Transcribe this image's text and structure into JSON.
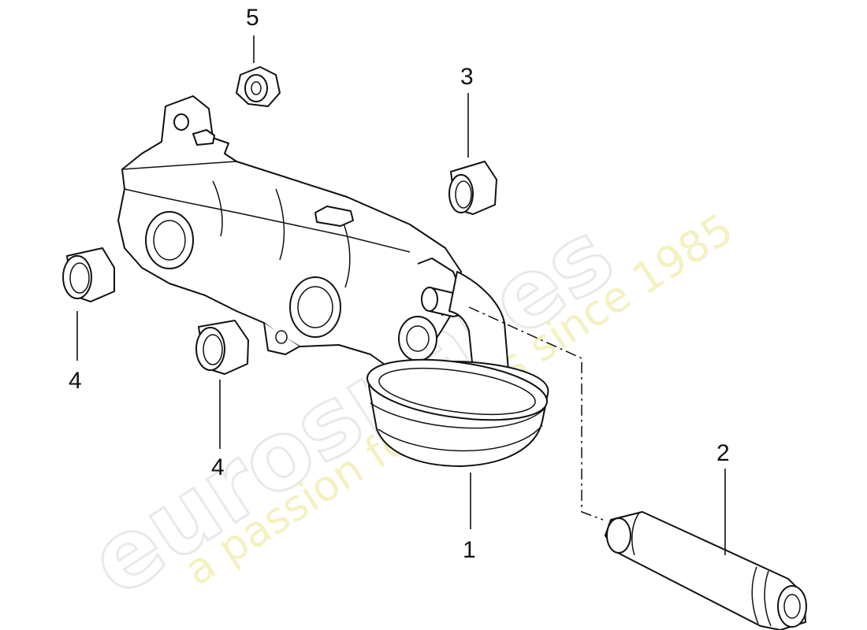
{
  "diagram": {
    "callouts": [
      {
        "id": "1",
        "label": "1"
      },
      {
        "id": "2",
        "label": "2"
      },
      {
        "id": "3",
        "label": "3"
      },
      {
        "id": "4a",
        "label": "4"
      },
      {
        "id": "4b",
        "label": "4"
      },
      {
        "id": "5",
        "label": "5"
      }
    ]
  },
  "watermark": {
    "brand": "eurospares",
    "tagline": "a passion for parts since 1985"
  }
}
